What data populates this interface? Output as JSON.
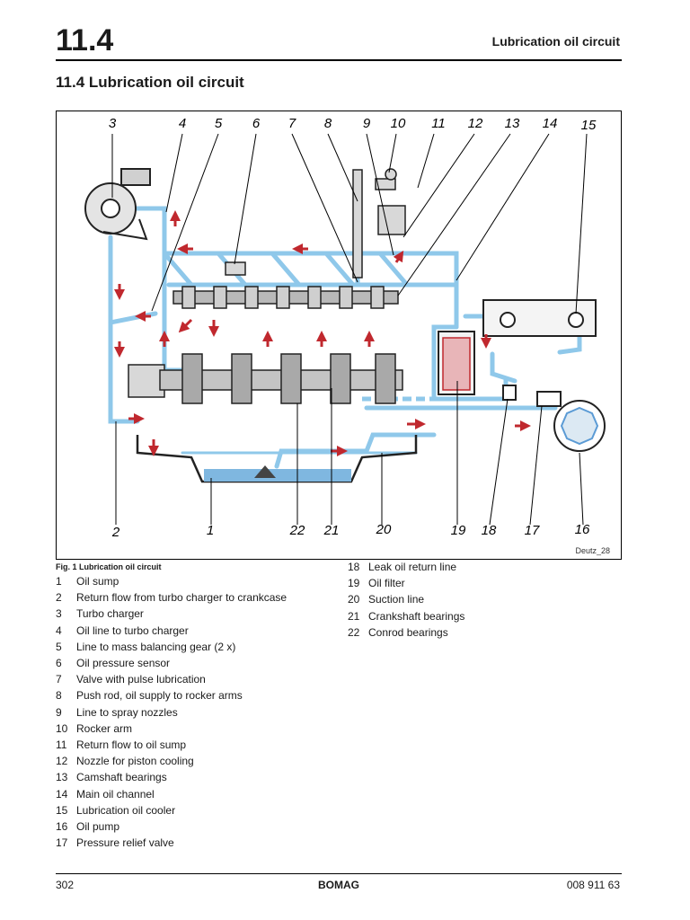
{
  "header": {
    "section_number": "11.4",
    "running_title": "Lubrication oil circuit"
  },
  "section": {
    "title": "11.4  Lubrication oil circuit"
  },
  "figure": {
    "caption": "Fig. 1 Lubrication oil circuit",
    "credit": "Deutz_28",
    "callouts": [
      "3",
      "4",
      "5",
      "6",
      "7",
      "8",
      "9",
      "10",
      "11",
      "12",
      "13",
      "14",
      "15",
      "2",
      "1",
      "22",
      "21",
      "20",
      "19",
      "18",
      "17",
      "16"
    ],
    "colors": {
      "oil_line": "#8fc8ea",
      "pressure_arrow": "#c0282e",
      "sump_oil": "#7fb7e0"
    }
  },
  "legend_left": [
    {
      "num": "1",
      "text": "Oil sump"
    },
    {
      "num": "2",
      "text": "Return flow from turbo charger to crankcase"
    },
    {
      "num": "3",
      "text": "Turbo charger"
    },
    {
      "num": "4",
      "text": "Oil line to turbo charger"
    },
    {
      "num": "5",
      "text": "Line to mass balancing gear (2 x)"
    },
    {
      "num": "6",
      "text": "Oil pressure sensor"
    },
    {
      "num": "7",
      "text": "Valve with pulse lubrication"
    },
    {
      "num": "8",
      "text": "Push rod, oil supply to rocker arms"
    },
    {
      "num": "9",
      "text": "Line to spray nozzles"
    },
    {
      "num": "10",
      "text": "Rocker arm"
    },
    {
      "num": "11",
      "text": "Return flow to oil sump"
    },
    {
      "num": "12",
      "text": "Nozzle for piston cooling"
    },
    {
      "num": "13",
      "text": "Camshaft bearings"
    },
    {
      "num": "14",
      "text": "Main oil channel"
    },
    {
      "num": "15",
      "text": "Lubrication oil cooler"
    },
    {
      "num": "16",
      "text": "Oil pump"
    },
    {
      "num": "17",
      "text": "Pressure relief valve"
    }
  ],
  "legend_right": [
    {
      "num": "18",
      "text": "Leak oil return line"
    },
    {
      "num": "19",
      "text": "Oil filter"
    },
    {
      "num": "20",
      "text": "Suction line"
    },
    {
      "num": "21",
      "text": "Crankshaft bearings"
    },
    {
      "num": "22",
      "text": "Conrod bearings"
    }
  ],
  "footer": {
    "page": "302",
    "brand": "BOMAG",
    "doc_number": "008 911 63"
  }
}
